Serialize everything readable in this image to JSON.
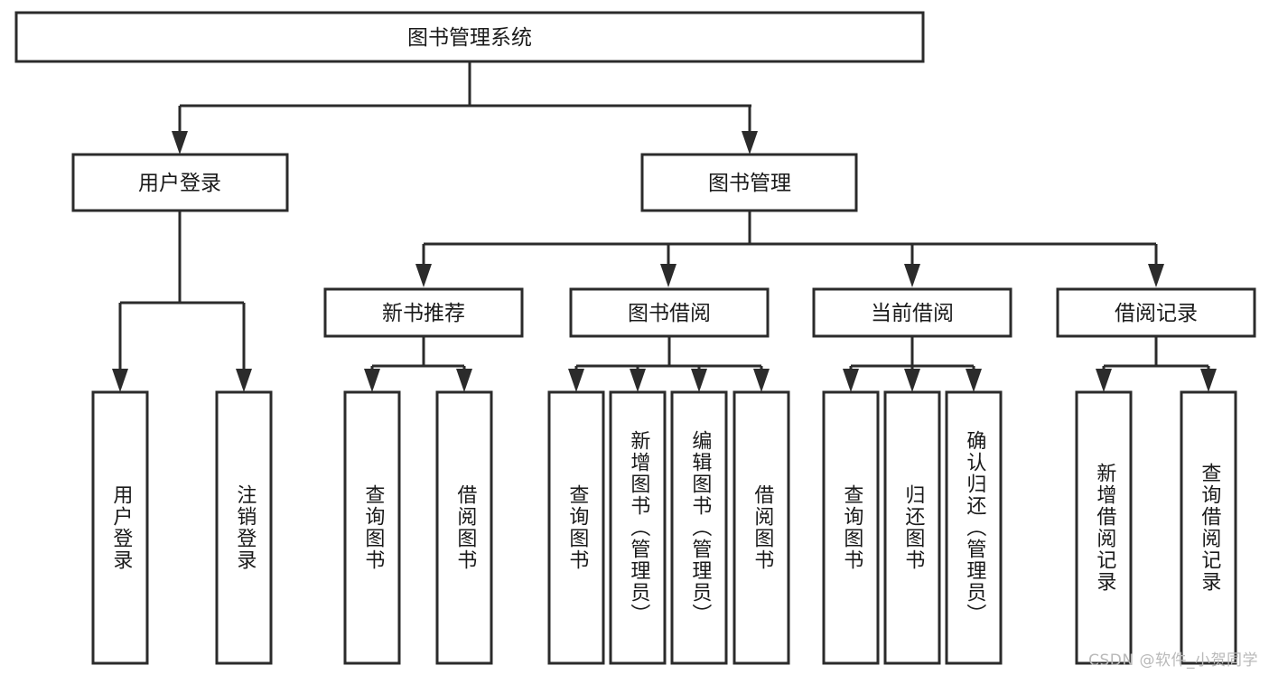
{
  "diagram": {
    "title": "图书管理系统",
    "watermark": "CSDN @软件_小贺同学",
    "colors": {
      "stroke": "#2b2b2b",
      "fill": "#ffffff",
      "text": "#1a1a1a",
      "watermark": "#b9b9b9",
      "background": "#ffffff"
    },
    "levels": {
      "root": {
        "label": "图书管理系统"
      },
      "level2": [
        {
          "label": "用户登录"
        },
        {
          "label": "图书管理"
        }
      ],
      "level3": [
        {
          "label": "新书推荐"
        },
        {
          "label": "图书借阅"
        },
        {
          "label": "当前借阅"
        },
        {
          "label": "借阅记录"
        }
      ],
      "leaves": {
        "user_login": [
          {
            "label": "用户登录"
          },
          {
            "label": "注销登录"
          }
        ],
        "new_book_recommend": [
          {
            "label": "查询图书"
          },
          {
            "label": "借阅图书"
          }
        ],
        "book_borrow": [
          {
            "label": "查询图书"
          },
          {
            "label": "新增图书（管理员）"
          },
          {
            "label": "编辑图书（管理员）"
          },
          {
            "label": "借阅图书"
          }
        ],
        "current_borrow": [
          {
            "label": "查询图书"
          },
          {
            "label": "归还图书"
          },
          {
            "label": "确认归还（管理员）"
          }
        ],
        "borrow_record": [
          {
            "label": "新增借阅记录"
          },
          {
            "label": "查询借阅记录"
          }
        ]
      }
    }
  }
}
